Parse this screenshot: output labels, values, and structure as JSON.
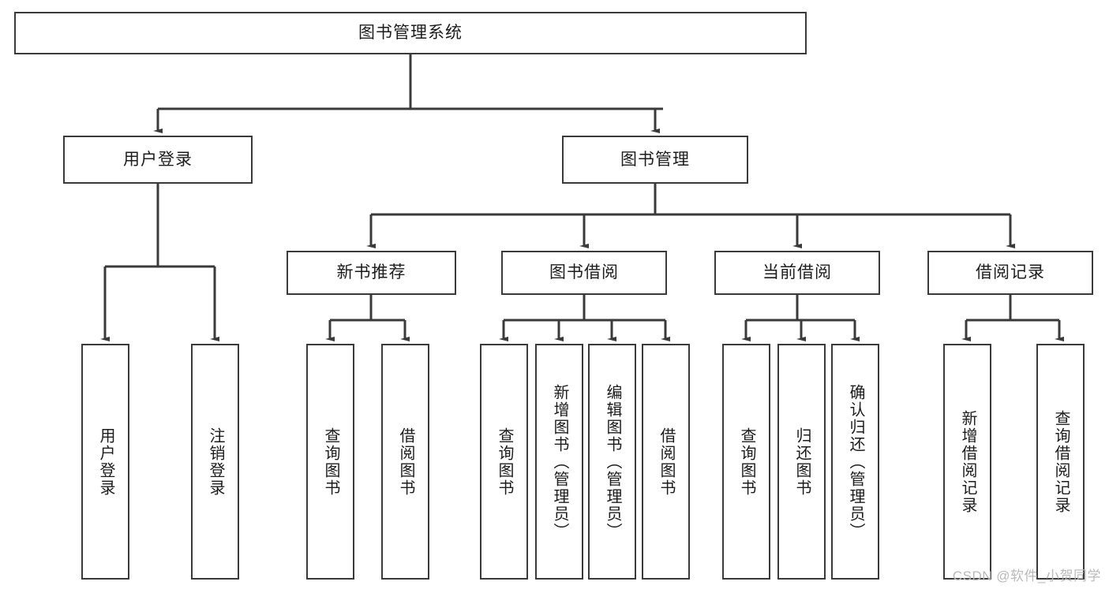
{
  "diagram": {
    "title_text": "图书管理系统",
    "type": "tree-hierarchy-chart",
    "background_color": "#ffffff",
    "line_color": "#3a3a3a",
    "box_border_color": "#3a3a3a",
    "box_fill_color": "#ffffff",
    "text_color": "#1c1c1c",
    "levels": [
      {
        "level": 1,
        "nodes": [
          {
            "id": "root",
            "label": "图书管理系统",
            "orientation": "horizontal"
          }
        ]
      },
      {
        "level": 2,
        "nodes": [
          {
            "id": "login",
            "label": "用户登录",
            "orientation": "horizontal",
            "parent": "root"
          },
          {
            "id": "bookmgmt",
            "label": "图书管理",
            "orientation": "horizontal",
            "parent": "root"
          }
        ]
      },
      {
        "level": 3,
        "nodes": [
          {
            "id": "newbook",
            "label": "新书推荐",
            "orientation": "horizontal",
            "parent": "bookmgmt"
          },
          {
            "id": "borrow",
            "label": "图书借阅",
            "orientation": "horizontal",
            "parent": "bookmgmt"
          },
          {
            "id": "current",
            "label": "当前借阅",
            "orientation": "horizontal",
            "parent": "bookmgmt"
          },
          {
            "id": "records",
            "label": "借阅记录",
            "orientation": "horizontal",
            "parent": "bookmgmt"
          }
        ]
      },
      {
        "level": 4,
        "nodes": [
          {
            "id": "leaf1",
            "label": "用户登录",
            "orientation": "vertical",
            "parent": "login"
          },
          {
            "id": "leaf2",
            "label": "注销登录",
            "orientation": "vertical",
            "parent": "login"
          },
          {
            "id": "leaf3",
            "label": "查询图书",
            "orientation": "vertical",
            "parent": "newbook"
          },
          {
            "id": "leaf4",
            "label": "借阅图书",
            "orientation": "vertical",
            "parent": "newbook"
          },
          {
            "id": "leaf5",
            "label": "查询图书",
            "orientation": "vertical",
            "parent": "borrow"
          },
          {
            "id": "leaf6",
            "label": "新增图书（管理员）",
            "orientation": "vertical",
            "parent": "borrow"
          },
          {
            "id": "leaf7",
            "label": "编辑图书（管理员）",
            "orientation": "vertical",
            "parent": "borrow"
          },
          {
            "id": "leaf8",
            "label": "借阅图书",
            "orientation": "vertical",
            "parent": "borrow"
          },
          {
            "id": "leaf9",
            "label": "查询图书",
            "orientation": "vertical",
            "parent": "current"
          },
          {
            "id": "leaf10",
            "label": "归还图书",
            "orientation": "vertical",
            "parent": "current"
          },
          {
            "id": "leaf11",
            "label": "确认归还（管理员）",
            "orientation": "vertical",
            "parent": "current"
          },
          {
            "id": "leaf12",
            "label": "新增借阅记录",
            "orientation": "vertical",
            "parent": "records"
          },
          {
            "id": "leaf13",
            "label": "查询借阅记录",
            "orientation": "vertical",
            "parent": "records"
          }
        ]
      }
    ]
  },
  "watermark": {
    "text": "CSDN @软件_小贺同学"
  }
}
